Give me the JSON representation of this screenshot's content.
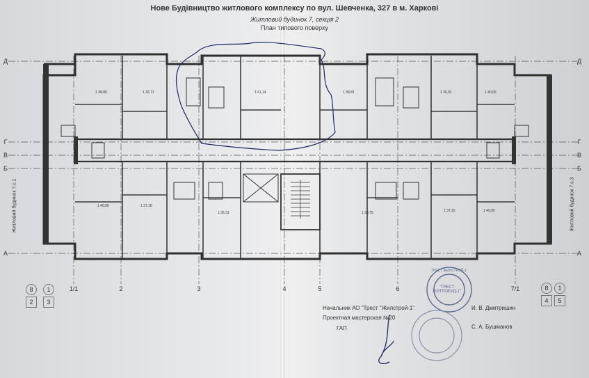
{
  "title": {
    "line1": "Нове Будівництво житлового комплексу по вул. Шевченка, 327 в м. Харкові",
    "line2": "Житловий будинок 7, секція 2",
    "line3": "План типового поверху"
  },
  "axes_letters": [
    "Д",
    "Г",
    "В",
    "Б",
    "А"
  ],
  "axes_numbers": [
    "1/1",
    "2",
    "3",
    "4",
    "5",
    "6",
    "7/1"
  ],
  "corner_markers": {
    "left_top": [
      "8",
      "1"
    ],
    "left_bottom": [
      "2",
      "3"
    ],
    "right_top": [
      "8",
      "1"
    ],
    "right_bottom": [
      "4",
      "5"
    ]
  },
  "side_labels": {
    "left": "Житловий будинок 7.с.1",
    "right": "Житловий будинок 7.с.3"
  },
  "apartments": [
    {
      "rooms": "1",
      "area": "38,80"
    },
    {
      "rooms": "1",
      "area": "36,71"
    },
    {
      "rooms": "1",
      "area": "61,14"
    },
    {
      "rooms": "1",
      "area": "38,81"
    },
    {
      "rooms": "1",
      "area": "36,91"
    },
    {
      "rooms": "1",
      "area": "40,05"
    },
    {
      "rooms": "1",
      "area": "40,05"
    },
    {
      "rooms": "1",
      "area": "37,18"
    },
    {
      "rooms": "1",
      "area": "36,31"
    },
    {
      "rooms": "1",
      "area": "38,75"
    },
    {
      "rooms": "1",
      "area": "37,15"
    },
    {
      "rooms": "1",
      "area": "40,05"
    }
  ],
  "signatures": {
    "org_title": "Начальник АО \"Трест \"Жилстрой-1\"",
    "org_name": "И. В. Дмитришин",
    "workshop_title": "Проектная мастерская №20",
    "gap_title": "ГАП",
    "gap_name": "С. А. Бушманов"
  },
  "stamp": {
    "ring_text": "ТРЕСТ ЖИЛСТРОЙ-1",
    "center_text": "\"ТРЕСТ\nЖИТЛОБУД-1\""
  },
  "colors": {
    "paper": "#e6e7e9",
    "lines": "#3a3a3a",
    "pen": "#1e2a60",
    "stamp": "#5b6d8e"
  }
}
